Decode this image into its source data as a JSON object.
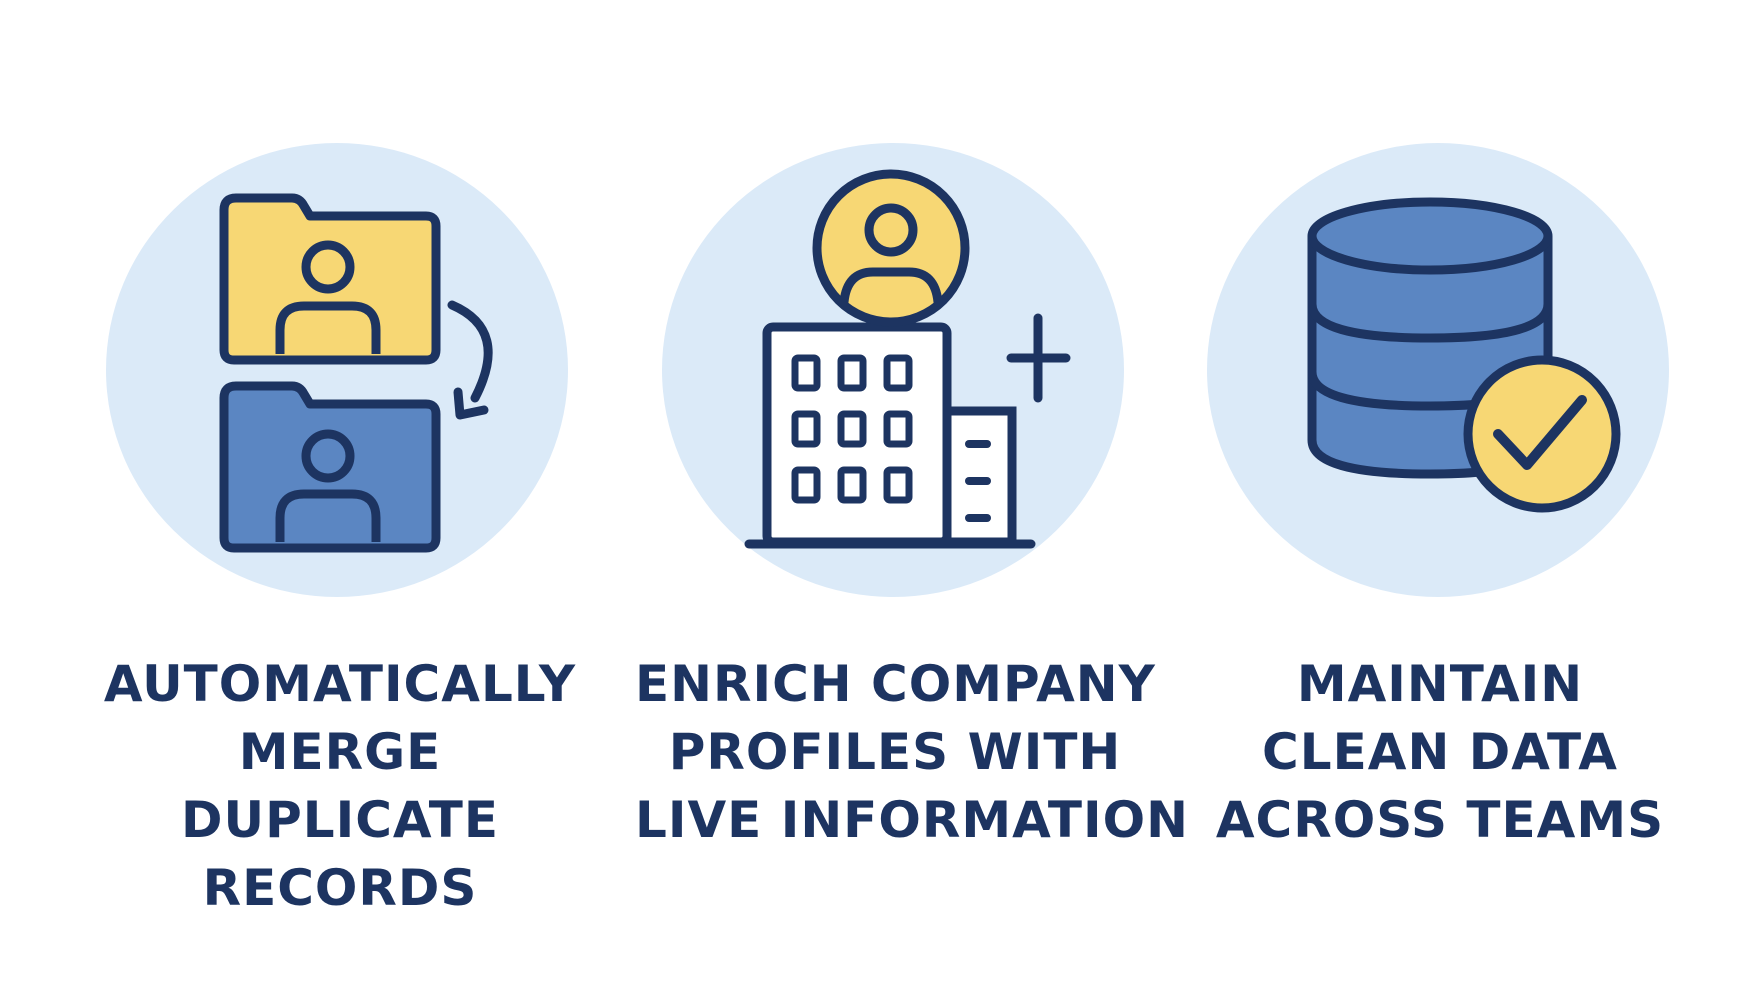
{
  "colors": {
    "background": "#ffffff",
    "circle": "#dbeaf8",
    "outline": "#1d3461",
    "yellow": "#f7d774",
    "blue": "#5b86c2",
    "caption": "#1d3461"
  },
  "features": [
    {
      "icon": "merge-folders-icon",
      "caption_lines": [
        "AUTOMATICALLY",
        "MERGE",
        "DUPLICATE",
        "RECORDS"
      ]
    },
    {
      "icon": "company-profile-icon",
      "caption_lines": [
        "ENRICH COMPANY",
        "PROFILES WITH",
        "LIVE INFORMATION"
      ]
    },
    {
      "icon": "clean-database-icon",
      "caption_lines": [
        "MAINTAIN",
        "CLEAN DATA",
        "ACROSS TEAMS"
      ]
    }
  ]
}
